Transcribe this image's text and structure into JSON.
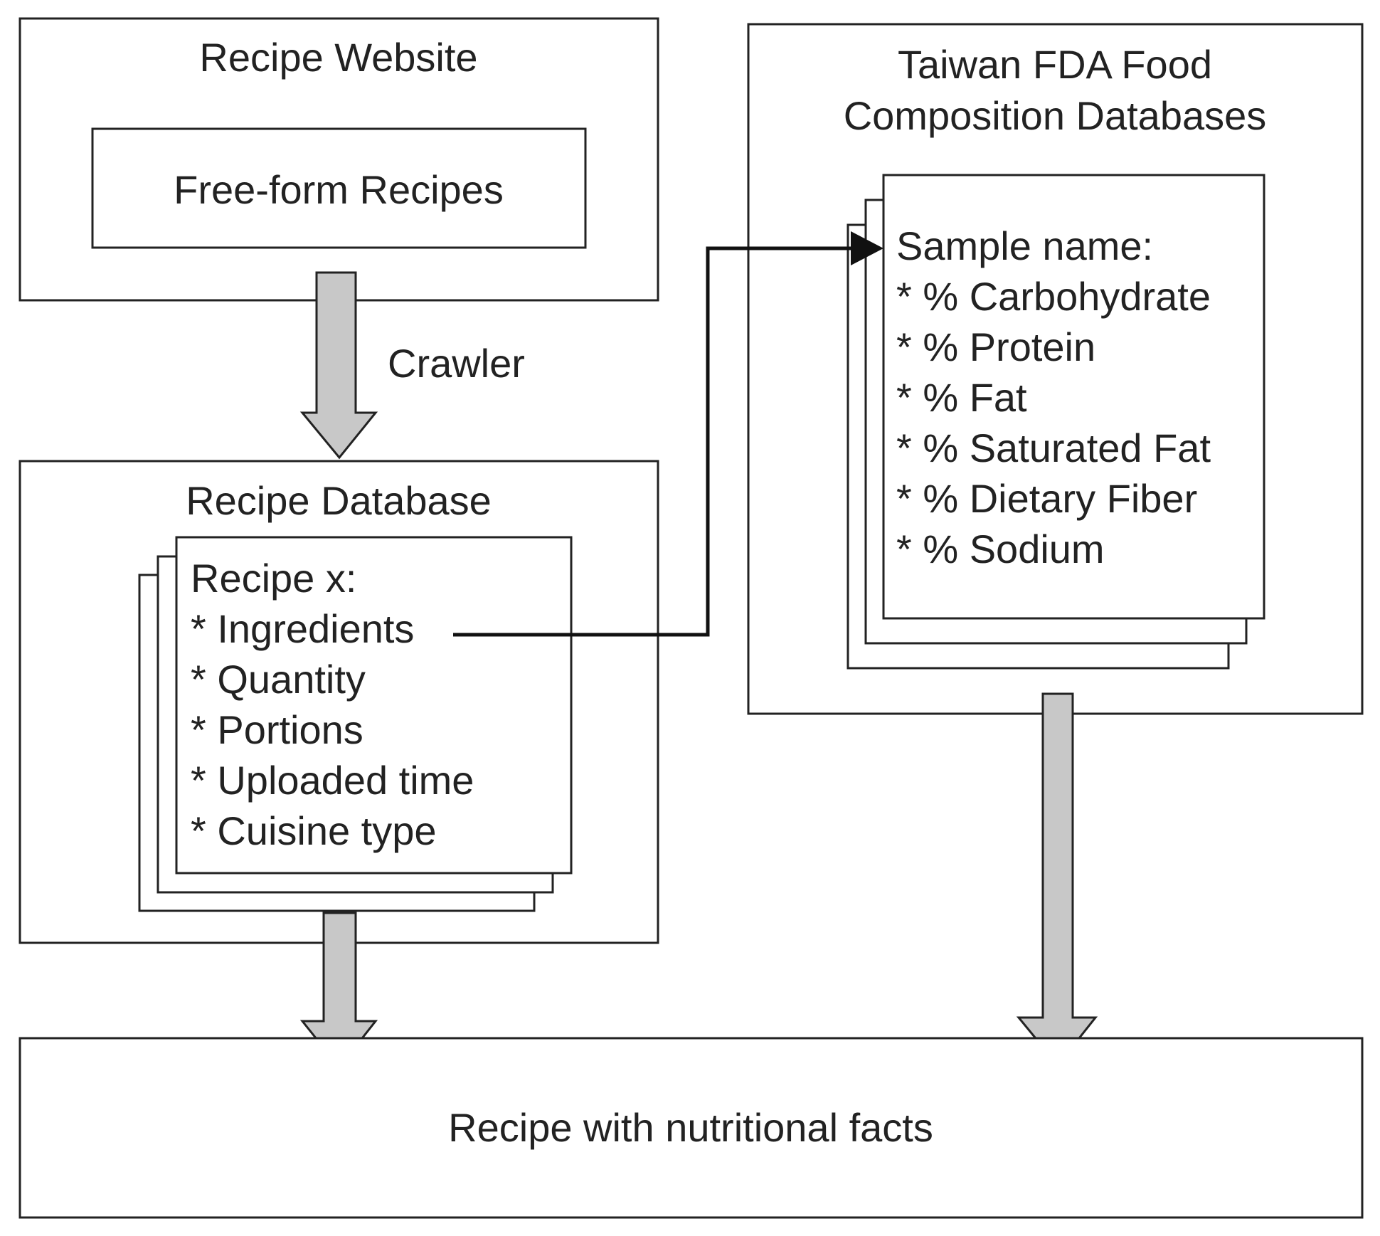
{
  "boxes": {
    "recipe_website": {
      "title": "Recipe Website",
      "inner_label": "Free-form Recipes"
    },
    "recipe_database": {
      "title": "Recipe Database",
      "card_heading": "Recipe x:",
      "card_items": [
        "* Ingredients",
        "* Quantity",
        "* Portions",
        "* Uploaded time",
        "* Cuisine type"
      ]
    },
    "fda_databases": {
      "title_lines": [
        "Taiwan FDA Food",
        "Composition Databases"
      ],
      "card_heading": "Sample name:",
      "card_items": [
        "* % Carbohydrate",
        "* % Protein",
        "* % Fat",
        "* % Saturated Fat",
        "* % Dietary Fiber",
        "* % Sodium"
      ]
    },
    "output": {
      "label": "Recipe with nutritional facts"
    }
  },
  "arrows": {
    "crawler_label": "Crawler"
  },
  "colors": {
    "stroke": "#222222",
    "arrow_fill": "#c8c8c8",
    "background": "#ffffff"
  }
}
